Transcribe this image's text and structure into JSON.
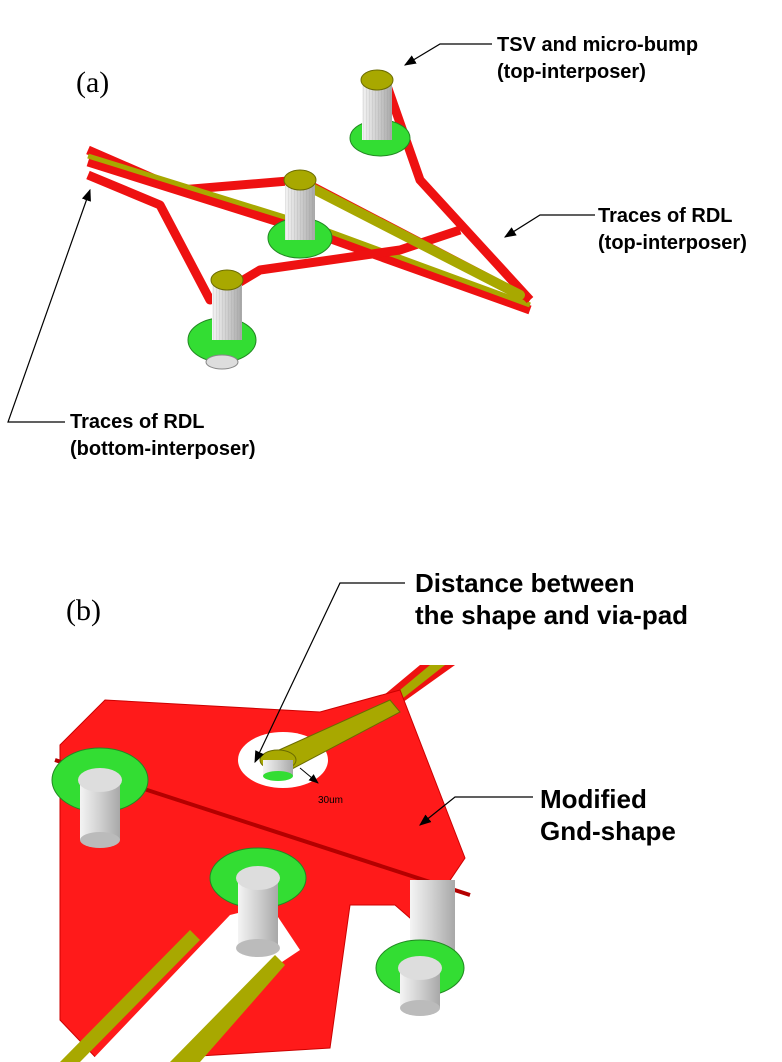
{
  "panel_a": {
    "label": "(a)",
    "callouts": {
      "tsv": {
        "line1": "TSV and micro-bump",
        "line2": "(top-interposer)"
      },
      "rdl_top": {
        "line1": "Traces of RDL",
        "line2": "(top-interposer)"
      },
      "rdl_bottom": {
        "line1": "Traces of RDL",
        "line2": "(bottom-interposer)"
      }
    }
  },
  "panel_b": {
    "label": "(b)",
    "dimension_label": "30um",
    "callouts": {
      "distance": {
        "line1": "Distance between",
        "line2": "the shape and via-pad"
      },
      "gnd": {
        "line1": "Modified",
        "line2": "Gnd-shape"
      }
    }
  },
  "colors": {
    "trace_red": "#ee1111",
    "trace_olive": "#a8a800",
    "pad_green": "#33dd33",
    "via_gray": "#cfcfcf",
    "gnd_red": "#ff1a1a"
  }
}
